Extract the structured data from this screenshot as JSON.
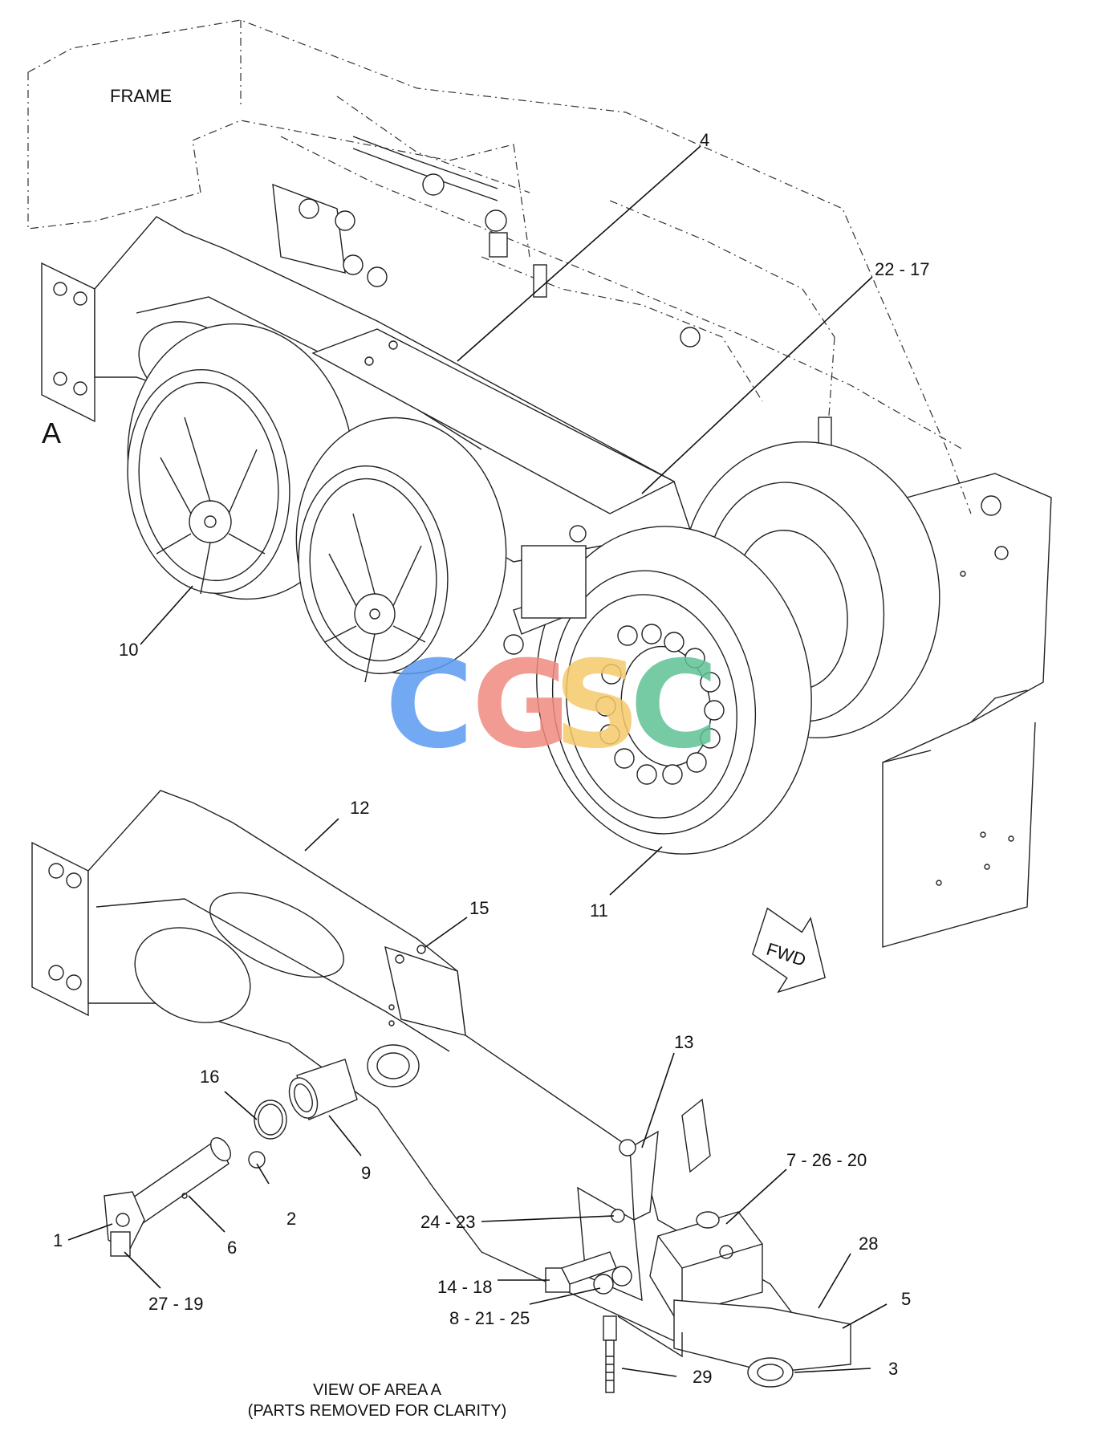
{
  "diagram": {
    "frame_label": "FRAME",
    "view_marker": "A",
    "direction_label": "FWD",
    "caption_line1": "VIEW OF AREA A",
    "caption_line2": "(PARTS REMOVED FOR CLARITY)",
    "watermark": {
      "letters": [
        "C",
        "G",
        "S",
        "C"
      ],
      "colors": [
        "#5b9bf0",
        "#f08a80",
        "#f5c96a",
        "#5fc296"
      ]
    },
    "callouts": {
      "c4": "4",
      "c22_17": "22 - 17",
      "c10": "10",
      "c11": "11",
      "c12": "12",
      "c15": "15",
      "c13": "13",
      "c16": "16",
      "c9": "9",
      "c2": "2",
      "c1": "1",
      "c6": "6",
      "c27_19": "27 - 19",
      "c7_26_20": "7 - 26 - 20",
      "c24_23": "24 - 23",
      "c28": "28",
      "c5": "5",
      "c14_18": "14 - 18",
      "c8_21_25": "8 - 21 - 25",
      "c3": "3",
      "c29": "29"
    }
  }
}
